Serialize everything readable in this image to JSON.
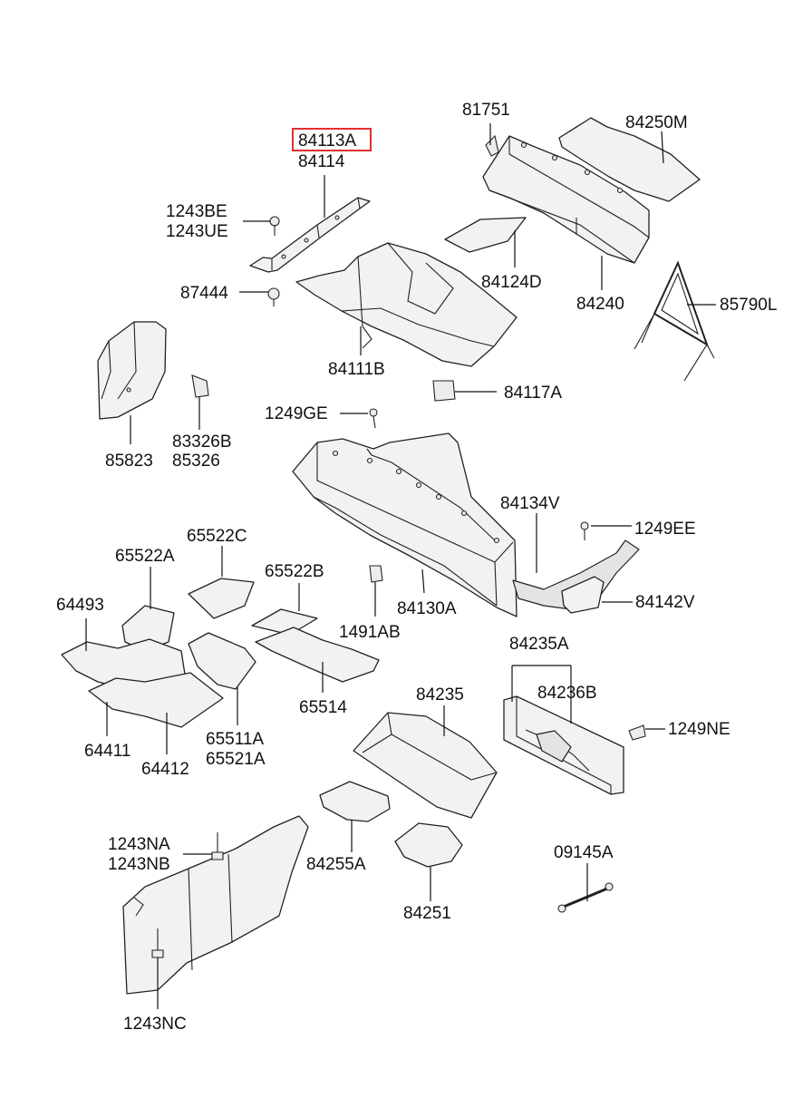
{
  "highlighted_part": "84113A",
  "labels": {
    "p84113A": "84113A",
    "p84114": "84114",
    "p81751": "81751",
    "p84250M": "84250M",
    "p1243BE": "1243BE",
    "p1243UE": "1243UE",
    "p84124D": "84124D",
    "p87444": "87444",
    "p84240": "84240",
    "p85790L": "85790L",
    "p84111B": "84111B",
    "p84117A": "84117A",
    "p83326B": "83326B",
    "p85326": "85326",
    "p85823": "85823",
    "p1249GE": "1249GE",
    "p84134V": "84134V",
    "p1249EE": "1249EE",
    "p65522C": "65522C",
    "p65522A": "65522A",
    "p65522B": "65522B",
    "p64493": "64493",
    "p1491AB": "1491AB",
    "p84130A": "84130A",
    "p84142V": "84142V",
    "p84235A": "84235A",
    "p84236B": "84236B",
    "p84235": "84235",
    "p65514": "65514",
    "p1249NE": "1249NE",
    "p65511A": "65511A",
    "p65521A": "65521A",
    "p64411": "64411",
    "p64412": "64412",
    "p1243NA": "1243NA",
    "p1243NB": "1243NB",
    "p84255A": "84255A",
    "p84251": "84251",
    "p09145A": "09145A",
    "p1243NC": "1243NC"
  },
  "colors": {
    "highlight": "#e03030",
    "line": "#222222"
  }
}
